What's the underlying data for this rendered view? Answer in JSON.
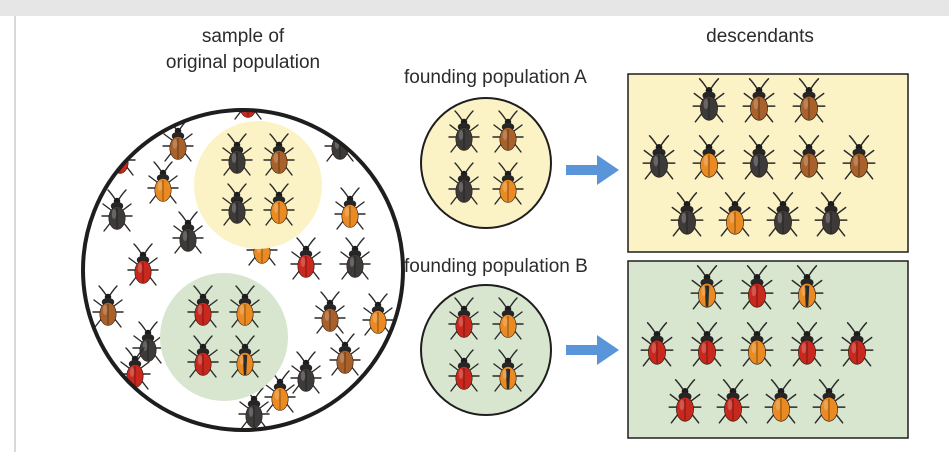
{
  "labels": {
    "sample_line1": "sample of",
    "sample_line2": "original population",
    "descendants": "descendants",
    "founding_a": "founding population A",
    "founding_b": "founding population B"
  },
  "colors": {
    "pop_a_fill": "#fbf3c6",
    "pop_b_fill": "#d8e6cf",
    "arrow": "#5b95d9",
    "beetle_black": "#3d3a3a",
    "beetle_brown": "#a9612b",
    "beetle_orange": "#e98a22",
    "beetle_red": "#c8281e"
  },
  "beetle_types": [
    "black",
    "brown",
    "orange",
    "red",
    "striped-orange"
  ],
  "groups": {
    "founding_a": [
      "black",
      "brown",
      "black",
      "orange"
    ],
    "founding_b": [
      "red",
      "orange",
      "red",
      "striped-orange"
    ],
    "descendants_a": [
      [
        "black",
        "brown",
        "brown"
      ],
      [
        "black",
        "orange",
        "black",
        "brown",
        "brown"
      ],
      [
        "black",
        "orange",
        "black",
        "black"
      ]
    ],
    "descendants_b": [
      [
        "striped-orange",
        "red",
        "striped-orange"
      ],
      [
        "red",
        "red",
        "orange",
        "red",
        "red"
      ],
      [
        "red",
        "red",
        "orange",
        "orange"
      ]
    ]
  }
}
